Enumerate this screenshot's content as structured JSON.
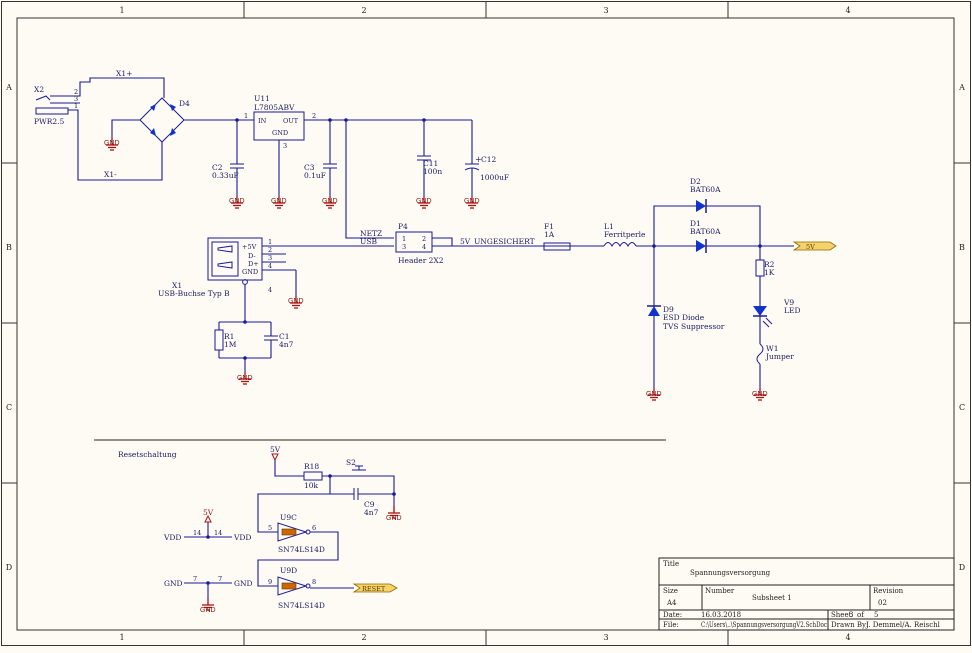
{
  "frame": {
    "cols": [
      "1",
      "2",
      "3",
      "4"
    ],
    "rows": [
      "A",
      "B",
      "C",
      "D"
    ]
  },
  "power": {
    "x2": {
      "ref": "X2",
      "value": "PWR2.5",
      "pins": [
        "2",
        "3",
        "1"
      ]
    },
    "net_x1p": "X1+",
    "net_x1m": "X1-",
    "d4": {
      "ref": "D4"
    },
    "u11": {
      "ref": "U11",
      "value": "L7805ABV",
      "pin_in": "IN",
      "pin_out": "OUT",
      "pin_gnd": "GND",
      "pin1": "1",
      "pin2": "2",
      "pin3": "3"
    },
    "c2": {
      "ref": "C2",
      "value": "0.33uF"
    },
    "c3": {
      "ref": "C3",
      "value": "0.1uF"
    },
    "c11": {
      "ref": "C11",
      "value": "100n"
    },
    "c12": {
      "ref": "C12",
      "value": "1000uF"
    }
  },
  "usb": {
    "x1": {
      "ref": "X1",
      "value": "USB-Buchse Typ B",
      "pins": [
        "+5V",
        "D-",
        "D+",
        "GND"
      ],
      "pin_nums": [
        "1",
        "2",
        "3",
        "4"
      ],
      "shield_pin": "4"
    },
    "r1": {
      "ref": "R1",
      "value": "1M"
    },
    "c1": {
      "ref": "C1",
      "value": "4n7"
    },
    "net_netz": "NETZ",
    "net_usb": "USB",
    "p4": {
      "ref": "P4",
      "value": "Header 2X2",
      "pins": [
        "1",
        "2",
        "3",
        "4"
      ]
    },
    "net_5v_ung": "5V_UNGESICHERT"
  },
  "output": {
    "f1": {
      "ref": "F1",
      "value": "1A"
    },
    "l1": {
      "ref": "L1",
      "value": "Ferritperle"
    },
    "d2": {
      "ref": "D2",
      "value": "BAT60A"
    },
    "d1": {
      "ref": "D1",
      "value": "BAT60A"
    },
    "d9": {
      "ref": "D9",
      "value": "ESD Diode",
      "value2": "TVS Suppressor"
    },
    "r2": {
      "ref": "R2",
      "value": "1K"
    },
    "v9": {
      "ref": "V9",
      "value": "LED"
    },
    "w1": {
      "ref": "W1",
      "value": "Jumper"
    },
    "port_5v": "5V"
  },
  "reset": {
    "section_label": "Resetschaltung",
    "pwr_5v_a": "5V",
    "pwr_5v_b": "5V",
    "r18": {
      "ref": "R18",
      "value": "10k"
    },
    "s2": {
      "ref": "S2"
    },
    "c9": {
      "ref": "C9",
      "value": "4n7"
    },
    "u9c": {
      "ref": "U9C",
      "value": "SN74LS14D",
      "pin_in": "5",
      "pin_out": "6"
    },
    "u9d": {
      "ref": "U9D",
      "value": "SN74LS14D",
      "pin_in": "9",
      "pin_out": "8"
    },
    "vdd_left": "VDD",
    "vdd_pin_a": "14",
    "vdd_pin_b": "14",
    "vdd_right": "VDD",
    "gnd_left": "GND",
    "gnd_pin_a": "7",
    "gnd_pin_b": "7",
    "gnd_right": "GND",
    "port_reset": "RESET"
  },
  "gnd_label": "GND",
  "title_block": {
    "title_label": "Title",
    "title": "Spannungsversorgung",
    "size_label": "Size",
    "size": "A4",
    "number_label": "Number",
    "number": "Subsheet 1",
    "revision_label": "Revision",
    "revision": "02",
    "date_label": "Date:",
    "date": "16.03.2018",
    "sheet_label": "Sheet",
    "sheet_no": "3",
    "sheet_of": "of",
    "sheet_total": "5",
    "file_label": "File:",
    "file": "C:\\Users\\..\\SpannungsversorgungV2.SchDoc",
    "drawn_label": "Drawn By:",
    "drawn_by": "J. Demmel/A. Reischl"
  },
  "colors": {
    "wire": "#1a1a99",
    "part_fill": "#fff3a8",
    "gnd": "#aa1111",
    "port_fill": "#f6d36a",
    "led": "#1133cc"
  }
}
